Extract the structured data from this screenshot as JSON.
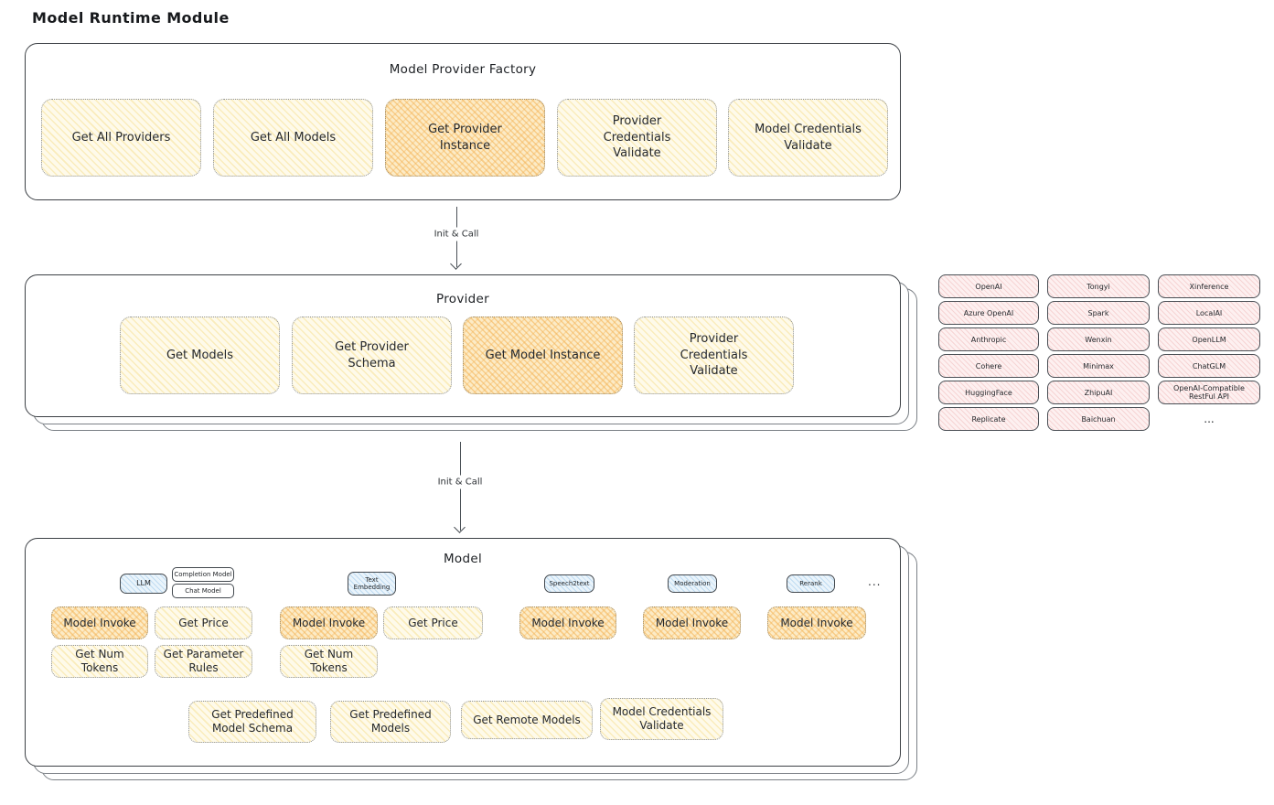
{
  "page_title": "Model Runtime Module",
  "palette": {
    "ink": "#3c4045",
    "button_yellow": "#fefaea",
    "button_yellow_hatch": "#f6dd8c",
    "button_orange": "#fcebc6",
    "button_orange_hatch": "#f4b254",
    "tag_blue": "#eaf4fb",
    "provider_pink": "#fdf0f0"
  },
  "factory": {
    "title": "Model Provider Factory",
    "buttons": [
      {
        "label": "Get All Providers",
        "highlighted": false
      },
      {
        "label": "Get All Models",
        "highlighted": false
      },
      {
        "label": "Get Provider Instance",
        "highlighted": true
      },
      {
        "label": "Provider Credentials Validate",
        "highlighted": false
      },
      {
        "label": "Model Credentials Validate",
        "highlighted": false
      }
    ]
  },
  "flow": {
    "arrow1_label": "Init & Call",
    "arrow2_label": "Init & Call"
  },
  "provider": {
    "title": "Provider",
    "buttons": [
      {
        "label": "Get Models",
        "highlighted": false
      },
      {
        "label": "Get Provider Schema",
        "highlighted": false
      },
      {
        "label": "Get Model Instance",
        "highlighted": true
      },
      {
        "label": "Provider Credentials Validate",
        "highlighted": false
      }
    ]
  },
  "providers_panel": {
    "items": [
      "OpenAI",
      "Tongyi",
      "Xinference",
      "Azure OpenAI",
      "Spark",
      "LocalAI",
      "Anthropic",
      "Wenxin",
      "OpenLLM",
      "Cohere",
      "Minimax",
      "ChatGLM",
      "HuggingFace",
      "ZhipuAI",
      "OpenAI-Compatible RestFul API",
      "Replicate",
      "Baichuan"
    ],
    "more": "..."
  },
  "model": {
    "title": "Model",
    "tags": {
      "llm": "LLM",
      "completion_model": "Completion Model",
      "chat_model": "Chat Model",
      "text_embedding": "Text Embedding",
      "speech2text": "Speech2text",
      "moderation": "Moderation",
      "rerank": "Rerank",
      "more": "..."
    },
    "buttons": {
      "model_invoke": "Model Invoke",
      "get_price": "Get Price",
      "get_num_tokens": "Get Num Tokens",
      "get_parameter_rules": "Get Parameter Rules",
      "get_predefined_model_schema": "Get Predefined Model Schema",
      "get_predefined_models": "Get Predefined Models",
      "get_remote_models": "Get Remote Models",
      "model_credentials_validate": "Model Credentials Validate"
    }
  }
}
